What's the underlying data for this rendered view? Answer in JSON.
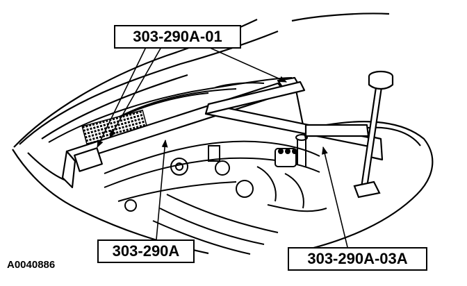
{
  "figure": {
    "id": "A0040886",
    "callouts": {
      "tool_01": "303-290A-01",
      "tool_main": "303-290A",
      "tool_03a": "303-290A-03A"
    }
  }
}
